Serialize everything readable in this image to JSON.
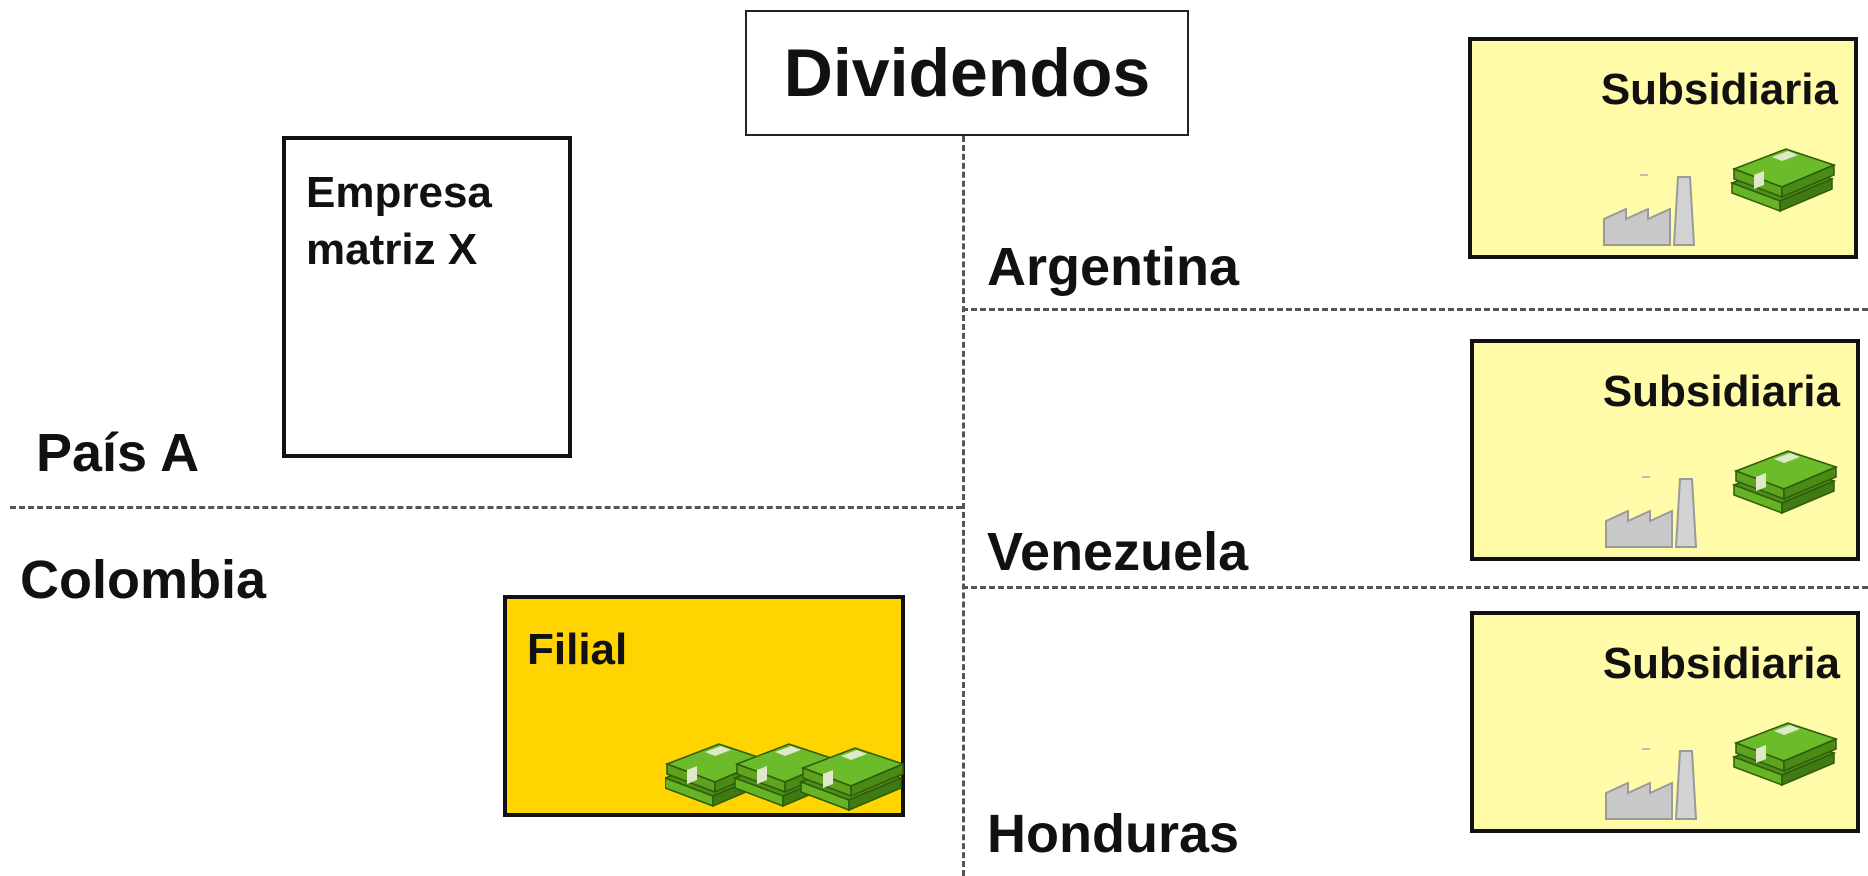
{
  "title": "Dividendos",
  "regions": {
    "pais_a": "País A",
    "colombia": "Colombia",
    "argentina": "Argentina",
    "venezuela": "Venezuela",
    "honduras": "Honduras"
  },
  "parent_company": {
    "line1": "Empresa",
    "line2": "matriz X"
  },
  "branch": {
    "label": "Filial",
    "fill_color": "#FFD400"
  },
  "subsidiaries": [
    {
      "label": "Subsidiaria",
      "country": "Argentina"
    },
    {
      "label": "Subsidiaria",
      "country": "Venezuela"
    },
    {
      "label": "Subsidiaria",
      "country": "Honduras"
    }
  ],
  "colors": {
    "subsidiary_fill": "#FFFBA8",
    "money_green": "#5FA21E",
    "factory_gray": "#C8C8C8",
    "divider": "#555555"
  },
  "icons": [
    "factory-icon",
    "money-stack-icon"
  ]
}
